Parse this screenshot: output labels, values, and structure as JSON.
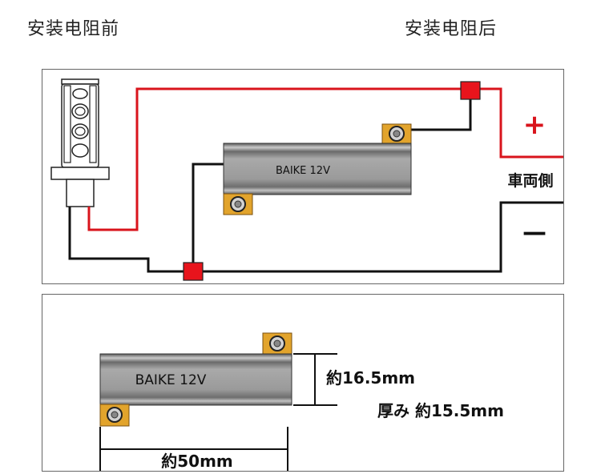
{
  "header": {
    "before_label": "安装电阻前",
    "after_label": "安装电阻后"
  },
  "top_diagram": {
    "resistor_label": "BAIKE 12V",
    "plus_symbol": "+",
    "minus_symbol": "—",
    "vehicle_side_label": "車両側"
  },
  "bottom_diagram": {
    "resistor_label": "BAIKE 12V",
    "height_label": "約16.5mm",
    "thickness_label": "厚み 約15.5mm",
    "length_label": "約50mm"
  },
  "colors": {
    "wire_red": "#d9141c",
    "wire_black": "#111111",
    "connector_red": "#e8141c",
    "resistor_body": "#8c8c8c",
    "terminal_tab": "#e2a42c"
  }
}
